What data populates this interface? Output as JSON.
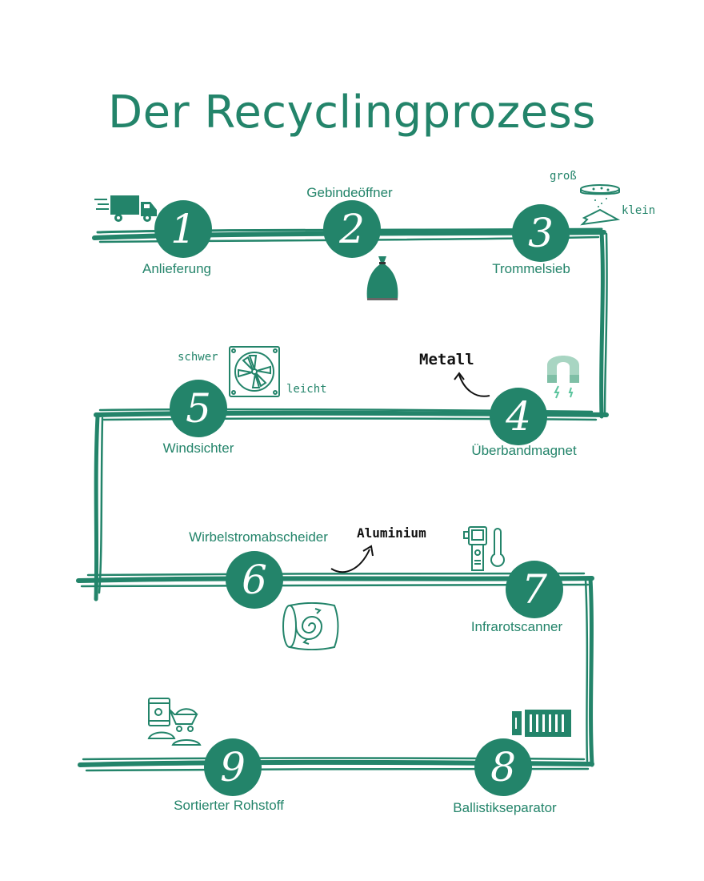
{
  "title": "Der Recyclingprozess",
  "colors": {
    "accent": "#23846a",
    "accent_light": "#a8d5c2",
    "annotation": "#111111"
  },
  "steps": [
    {
      "number": "1",
      "label": "Anlieferung",
      "icon": "delivery-truck-icon"
    },
    {
      "number": "2",
      "label": "Gebindeöffner",
      "icon": "garbage-bag-icon"
    },
    {
      "number": "3",
      "label": "Trommelsieb",
      "icon": "sieve-icon"
    },
    {
      "number": "4",
      "label": "Überbandmagnet",
      "icon": "magnet-icon"
    },
    {
      "number": "5",
      "label": "Windsichter",
      "icon": "fan-icon"
    },
    {
      "number": "6",
      "label": "Wirbelstromabscheider",
      "icon": "eddy-current-drum-icon"
    },
    {
      "number": "7",
      "label": "Infrarotscanner",
      "icon": "infrared-scanner-icon"
    },
    {
      "number": "8",
      "label": "Ballistikseparator",
      "icon": "container-icon"
    },
    {
      "number": "9",
      "label": "Sortierter Rohstoff",
      "icon": "raw-material-icon"
    }
  ],
  "annotations": {
    "sieve_big": "groß",
    "sieve_small": "klein",
    "fan_heavy": "schwer",
    "fan_light": "leicht",
    "magnet_output": "Metall",
    "eddy_output": "Aluminium"
  }
}
